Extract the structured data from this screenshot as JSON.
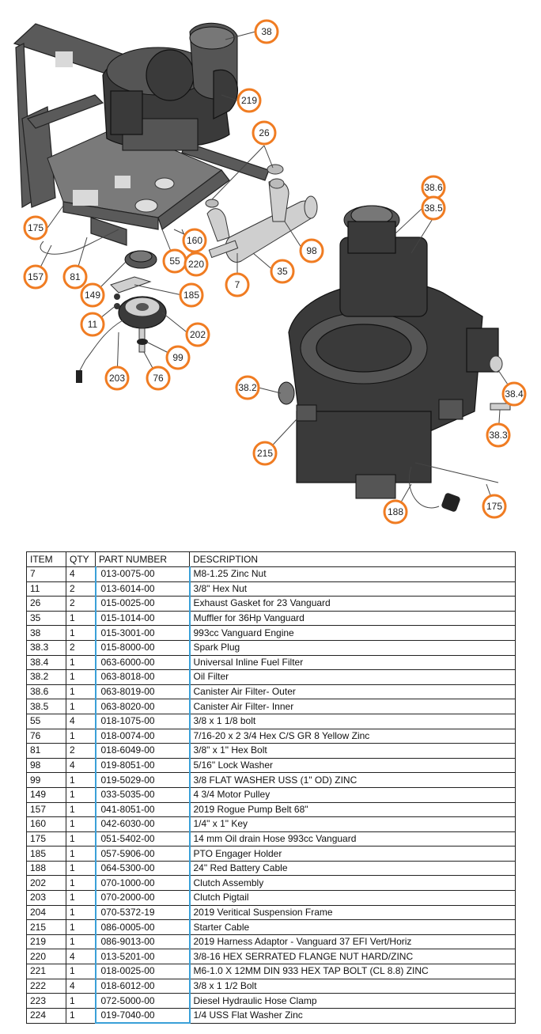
{
  "callouts": [
    {
      "id": "c-38",
      "label": "38"
    },
    {
      "id": "c-219",
      "label": "219"
    },
    {
      "id": "c-26",
      "label": "26"
    },
    {
      "id": "c-38-6",
      "label": "38.6"
    },
    {
      "id": "c-38-5",
      "label": "38.5"
    },
    {
      "id": "c-175a",
      "label": "175"
    },
    {
      "id": "c-160",
      "label": "160"
    },
    {
      "id": "c-98",
      "label": "98"
    },
    {
      "id": "c-55",
      "label": "55"
    },
    {
      "id": "c-220",
      "label": "220"
    },
    {
      "id": "c-157",
      "label": "157"
    },
    {
      "id": "c-81",
      "label": "81"
    },
    {
      "id": "c-35",
      "label": "35"
    },
    {
      "id": "c-7",
      "label": "7"
    },
    {
      "id": "c-149",
      "label": "149"
    },
    {
      "id": "c-185",
      "label": "185"
    },
    {
      "id": "c-11",
      "label": "11"
    },
    {
      "id": "c-202",
      "label": "202"
    },
    {
      "id": "c-99",
      "label": "99"
    },
    {
      "id": "c-203",
      "label": "203"
    },
    {
      "id": "c-76",
      "label": "76"
    },
    {
      "id": "c-38-2",
      "label": "38.2"
    },
    {
      "id": "c-38-4",
      "label": "38.4"
    },
    {
      "id": "c-38-3",
      "label": "38.3"
    },
    {
      "id": "c-215",
      "label": "215"
    },
    {
      "id": "c-175b",
      "label": "175"
    },
    {
      "id": "c-188",
      "label": "188"
    }
  ],
  "table": {
    "headers": [
      "ITEM",
      "QTY",
      "PART NUMBER",
      "DESCRIPTION"
    ],
    "rows": [
      [
        "7",
        "4",
        "013-0075-00",
        "M8-1.25 Zinc Nut"
      ],
      [
        "11",
        "2",
        "013-6014-00",
        "3/8\" Hex Nut"
      ],
      [
        "26",
        "2",
        "015-0025-00",
        "Exhaust Gasket for 23 Vanguard"
      ],
      [
        "35",
        "1",
        "015-1014-00",
        "Muffler for 36Hp Vanguard"
      ],
      [
        "38",
        "1",
        "015-3001-00",
        "993cc Vanguard Engine"
      ],
      [
        "38.3",
        "2",
        "015-8000-00",
        "Spark Plug"
      ],
      [
        "38.4",
        "1",
        "063-6000-00",
        "Universal Inline Fuel Filter"
      ],
      [
        "38.2",
        "1",
        "063-8018-00",
        "Oil Filter"
      ],
      [
        "38.6",
        "1",
        "063-8019-00",
        "Canister Air Filter- Outer"
      ],
      [
        "38.5",
        "1",
        "063-8020-00",
        "Canister Air Filter- Inner"
      ],
      [
        "55",
        "4",
        "018-1075-00",
        "3/8 x 1 1/8 bolt"
      ],
      [
        "76",
        "1",
        "018-0074-00",
        "7/16-20 x 2 3/4 Hex C/S GR 8 Yellow Zinc"
      ],
      [
        "81",
        "2",
        "018-6049-00",
        "3/8\" x 1\" Hex Bolt"
      ],
      [
        "98",
        "4",
        "019-8051-00",
        "5/16\" Lock Washer"
      ],
      [
        "99",
        "1",
        "019-5029-00",
        "3/8 FLAT WASHER USS (1\" OD) ZINC"
      ],
      [
        "149",
        "1",
        "033-5035-00",
        "4 3/4 Motor Pulley"
      ],
      [
        "157",
        "1",
        "041-8051-00",
        "2019 Rogue Pump Belt 68\""
      ],
      [
        "160",
        "1",
        "042-6030-00",
        "1/4\" x 1\" Key"
      ],
      [
        "175",
        "1",
        "051-5402-00",
        "14 mm Oil drain Hose 993cc Vanguard"
      ],
      [
        "185",
        "1",
        "057-5906-00",
        "PTO Engager Holder"
      ],
      [
        "188",
        "1",
        "064-5300-00",
        "24\" Red Battery Cable"
      ],
      [
        "202",
        "1",
        "070-1000-00",
        "Clutch Assembly"
      ],
      [
        "203",
        "1",
        "070-2000-00",
        "Clutch Pigtail"
      ],
      [
        "204",
        "1",
        "070-5372-19",
        "2019 Veritical Suspension Frame"
      ],
      [
        "215",
        "1",
        "086-0005-00",
        "Starter Cable"
      ],
      [
        "219",
        "1",
        "086-9013-00",
        "2019 Harness Adaptor - Vanguard 37 EFI Vert/Horiz"
      ],
      [
        "220",
        "4",
        "013-5201-00",
        "3/8-16 HEX SERRATED FLANGE NUT HARD/ZINC"
      ],
      [
        "221",
        "1",
        "018-0025-00",
        "M6-1.0 X 12MM DIN 933 HEX TAP BOLT (CL 8.8) ZINC"
      ],
      [
        "222",
        "4",
        "018-6012-00",
        "3/8 x 1 1/2 Bolt"
      ],
      [
        "223",
        "1",
        "072-5000-00",
        "Diesel Hydraulic Hose Clamp"
      ],
      [
        "224",
        "1",
        "019-7040-00",
        "1/4 USS Flat Washer Zinc"
      ]
    ]
  },
  "colors": {
    "callout_ring": "#f07c22",
    "part_number_border": "#3aa0d8"
  }
}
